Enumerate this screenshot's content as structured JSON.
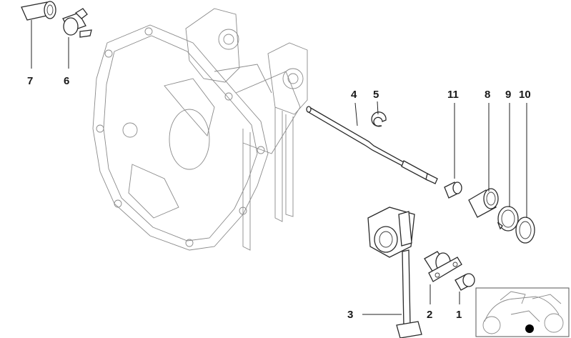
{
  "diagram": {
    "part_labels": {
      "p1": "1",
      "p2": "2",
      "p3": "3",
      "p4": "4",
      "p5": "5",
      "p6": "6",
      "p7": "7",
      "p8": "8",
      "p9": "9",
      "p10": "10",
      "p11": "11"
    }
  }
}
